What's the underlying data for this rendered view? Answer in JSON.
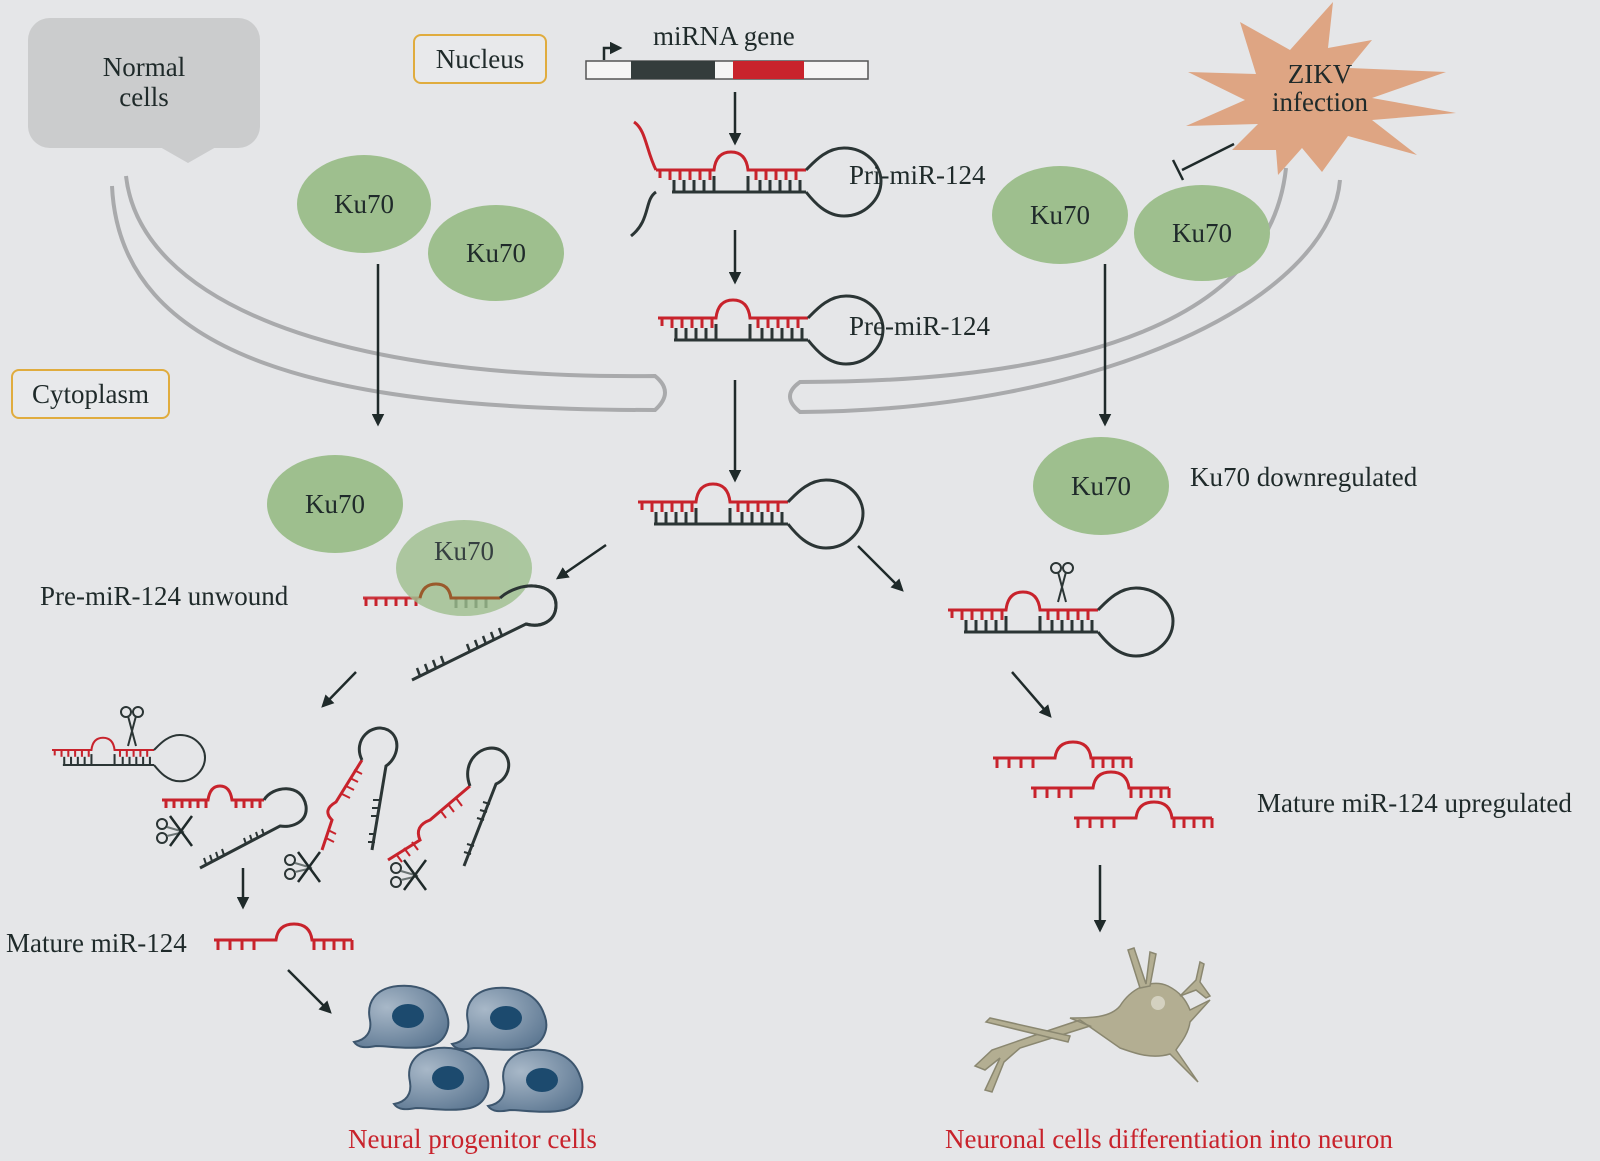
{
  "labels": {
    "normal_cells": "Normal\ncells",
    "nucleus": "Nucleus",
    "cytoplasm": "Cytoplasm",
    "mirna_gene": "miRNA gene",
    "pri_mir": "Pri-miR-124",
    "pre_mir": "Pre-miR-124",
    "zikv": "ZIKV\ninfection",
    "ku70_downregulated": "Ku70 downregulated",
    "pre_mir_unwound": "Pre-miR-124 unwound",
    "mature_mir": "Mature miR-124",
    "mature_mir_upregulated": "Mature miR-124 upregulated",
    "neural_progenitor": "Neural progenitor cells",
    "neuronal_differentiation": "Neuronal cells differentiation into neuron"
  },
  "ku70": {
    "label": "Ku70",
    "count": 7
  },
  "colors": {
    "background": "#e5e6e8",
    "rna_red": "#c8232c",
    "rna_dark": "#2b3535",
    "ku70_green": "#9ebf8e",
    "zikv_orange": "#dea583",
    "membrane_gray": "#a9aaac",
    "box_border": "#e0ac3e",
    "progenitor_blue": "#5f7a95",
    "neuron_tan": "#b3ae92"
  }
}
